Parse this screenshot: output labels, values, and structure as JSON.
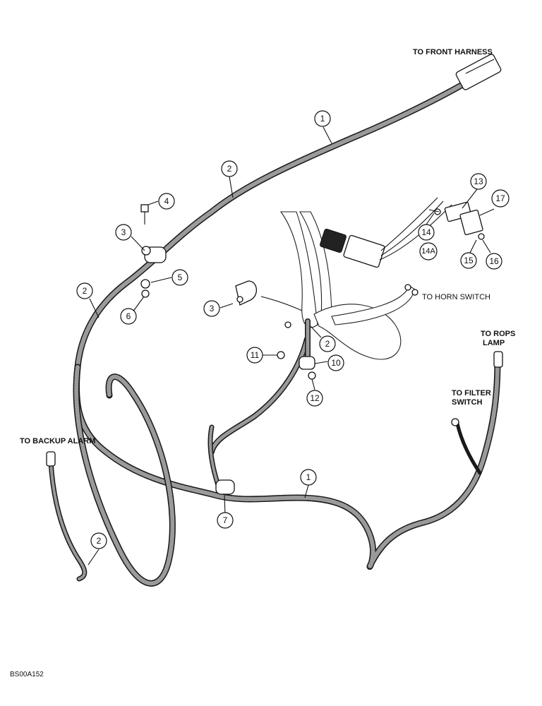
{
  "labels": {
    "to_front_harness": "TO FRONT HARNESS",
    "to_horn_switch": "TO HORN SWITCH",
    "to_rops_lamp_1": "TO ROPS",
    "to_rops_lamp_2": "LAMP",
    "to_filter_switch_1": "TO FILTER",
    "to_filter_switch_2": "SWITCH",
    "to_backup_alarm": "TO BACKUP ALARM",
    "figure_code": "BS00A152"
  },
  "callouts": {
    "c1a": "1",
    "c1b": "1",
    "c2a": "2",
    "c2b": "2",
    "c2c": "2",
    "c2d": "2",
    "c3a": "3",
    "c3b": "3",
    "c4": "4",
    "c5": "5",
    "c6": "6",
    "c7": "7",
    "c10": "10",
    "c11": "11",
    "c12": "12",
    "c13": "13",
    "c14": "14",
    "c14a": "14A",
    "c15": "15",
    "c16": "16",
    "c17": "17"
  }
}
